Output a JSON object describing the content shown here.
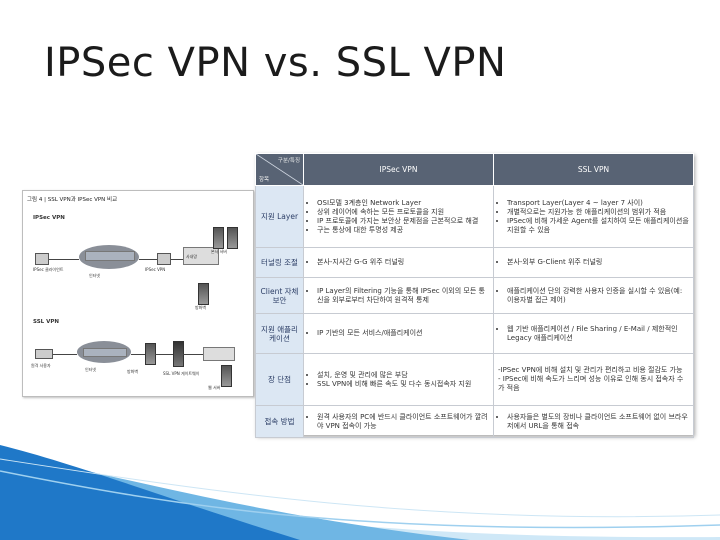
{
  "slide": {
    "title": "IPSec VPN vs. SSL VPN"
  },
  "figure": {
    "caption": "그림 4 | SSL VPN과 IPSec VPN 비교",
    "ipsec_label": "IPSec VPN",
    "ssl_label": "SSL VPN",
    "labels": [
      "IPSec 클라이언트",
      "IPSec VPN",
      "인터넷",
      "IPSec VPN",
      "사내망",
      "본사 서버",
      "방화벽",
      "SSL VPN",
      "인터넷",
      "방화벽",
      "SSL VPN 게이트웨이",
      "웹 서버",
      "원격 사용자"
    ]
  },
  "table": {
    "corner_top": "구분/특징",
    "corner_bottom": "항목",
    "col_ipsec": "IPSec VPN",
    "col_ssl": "SSL VPN",
    "rows": [
      {
        "head": "지원 Layer",
        "ipsec": [
          "OSI모델 3계층인 Network Layer",
          "상위 레이어에 속하는 모든 프로토콜을 지원",
          "IP 프로토콜에 가지는 보안상 문제점을 근본적으로 해결",
          "구는 통상에 대한 투명성 제공"
        ],
        "ssl": [
          "Transport Layer(Layer 4 ~ layer 7 사이)",
          "개별적으로는 지원가능 한 애플리케이션의 범위가 적음",
          "IPSec에 비해 가세운 Agent를 설치하여 모든 애플리케이션을 지원할 수 있음"
        ]
      },
      {
        "head": "터널링 조절",
        "ipsec": [
          "본사-지사간 G-G 위주 터널링"
        ],
        "ssl": [
          "본사-외부 G-Client 위주 터널링"
        ]
      },
      {
        "head": "Client 자체 보안",
        "ipsec": [
          "IP Layer의 Filtering 기능을 통해 IPSec 이외의 모든 통신을 외부로부터 차단하여 원격적 통제"
        ],
        "ssl": [
          "애플리케이션 단의 강력한 사용자 인증을 실시할 수 있음(예: 이용자별 접근 제어)"
        ]
      },
      {
        "head": "지원 애플리케이션",
        "ipsec": [
          "IP 기반의 모든 서비스/애플리케이션"
        ],
        "ssl": [
          "웹 기반 애플리케이션 / File Sharing / E-Mail / 제한적인 Legacy 애플리케이션"
        ]
      },
      {
        "head": "장 단점",
        "ipsec": [
          "설치, 운영 및 관리에 많은 부담",
          "SSL VPN에 비해 빠른 속도 및 다수 동시접속자 지원"
        ],
        "ssl_plain": [
          "-IPSec VPN에 비해 설치 및 관리가 편리하고 비용 절감도 가능",
          "- IPSec에 비해 속도가 느리며 성능 이유로 인해 동시 접속자 수가 적음"
        ]
      },
      {
        "head": "접속 방법",
        "ipsec": [
          "원격 사용자의 PC에 반드시 클라이언트 소프트웨어가 깔려야 VPN 접속이 가능"
        ],
        "ssl": [
          "사용자들은 별도의 장비나 클라이언트 소프트웨어 없이 브라우저에서 URL을 통해 접속"
        ]
      }
    ]
  },
  "colors": {
    "header_bg": "#586374",
    "rowhead_bg": "#dce7f3",
    "wave_blue": "#1f78c8",
    "wave_light": "#9fd0ef"
  }
}
